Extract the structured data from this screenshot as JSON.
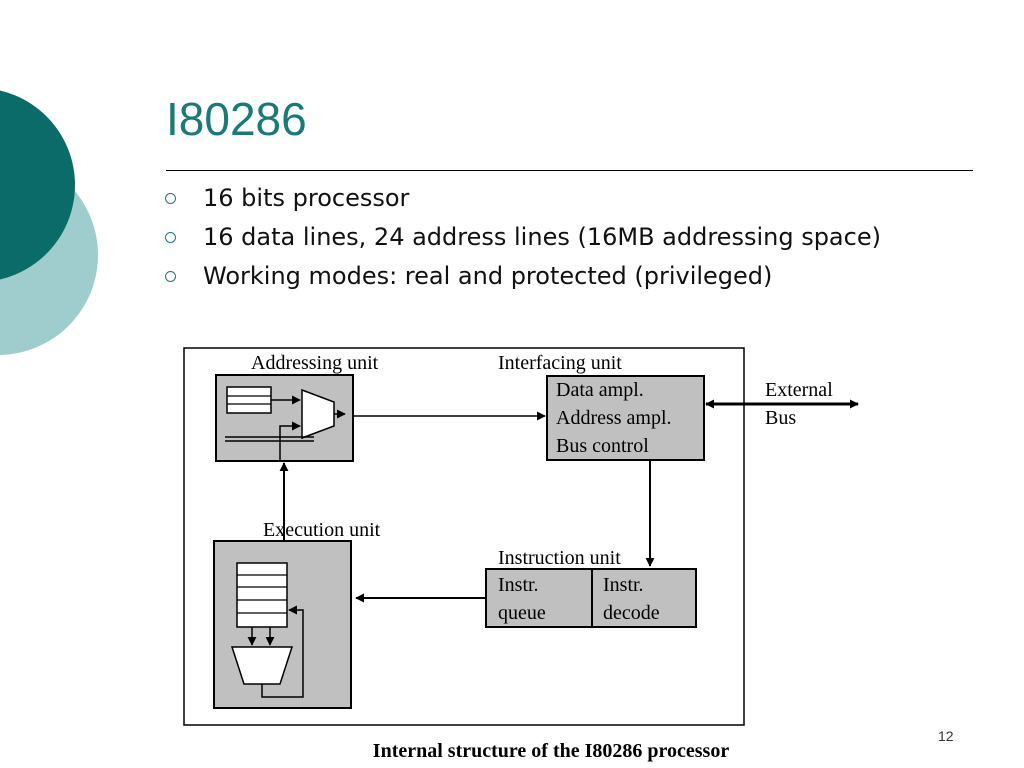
{
  "slide": {
    "title": "I80286",
    "bullets": [
      "16 bits processor",
      "16 data lines, 24 address lines (16MB addressing space)",
      "Working modes: real and protected (privileged)"
    ],
    "page_number": "12",
    "caption": "Internal structure of the I80286 processor"
  },
  "diagram": {
    "addressing_unit": "Addressing unit",
    "interfacing_unit": "Interfacing unit",
    "interfacing_lines": [
      "Data ampl.",
      "Address ampl.",
      "Bus control"
    ],
    "external_bus": [
      "External",
      "Bus"
    ],
    "execution_unit": "Execution unit",
    "instruction_unit": "Instruction unit",
    "instr_queue": [
      "Instr.",
      "queue"
    ],
    "instr_decode": [
      "Instr.",
      "decode"
    ]
  },
  "colors": {
    "accent_teal": "#1a7a78",
    "dark_teal": "#0b6b68",
    "light_teal": "#9fcdcd",
    "block_gray": "#c0c0c0"
  }
}
